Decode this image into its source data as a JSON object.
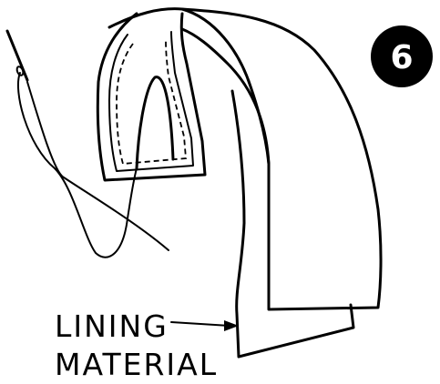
{
  "step": {
    "number": "6",
    "badge_color": "#000000",
    "text_color": "#ffffff"
  },
  "label": {
    "line1": "LINING",
    "line2": "MATERIAL"
  },
  "colors": {
    "ink": "#000000",
    "paper": "#ffffff"
  }
}
